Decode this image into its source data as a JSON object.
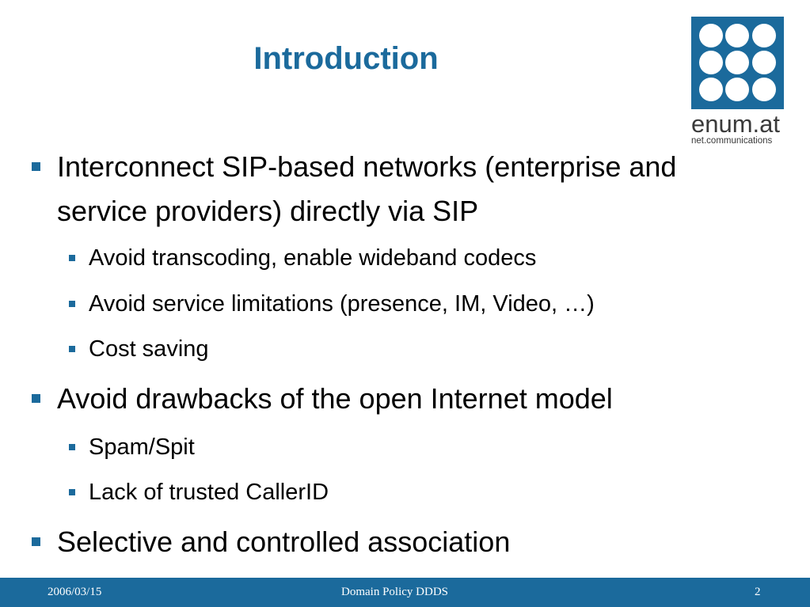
{
  "slide": {
    "title": "Introduction",
    "bullets": [
      {
        "lines": [
          "Interconnect SIP-based networks (enterprise and",
          "service providers) directly via SIP"
        ],
        "sub": [
          "Avoid transcoding, enable wideband codecs",
          "Avoid service limitations (presence, IM, Video, …)",
          "Cost saving"
        ]
      },
      {
        "lines": [
          "Avoid drawbacks of the open Internet model"
        ],
        "sub": [
          "Spam/Spit",
          "Lack of trusted CallerID"
        ]
      },
      {
        "lines": [
          "Selective and controlled association"
        ],
        "sub": []
      }
    ]
  },
  "logo": {
    "name": "enum.at",
    "tagline": "net.communications"
  },
  "footer": {
    "date": "2006/03/15",
    "title": "Domain Policy DDDS",
    "page": "2"
  },
  "colors": {
    "accent": "#1b6a9c",
    "text": "#000000",
    "background": "#ffffff",
    "logo_text": "#3a3a3a"
  }
}
